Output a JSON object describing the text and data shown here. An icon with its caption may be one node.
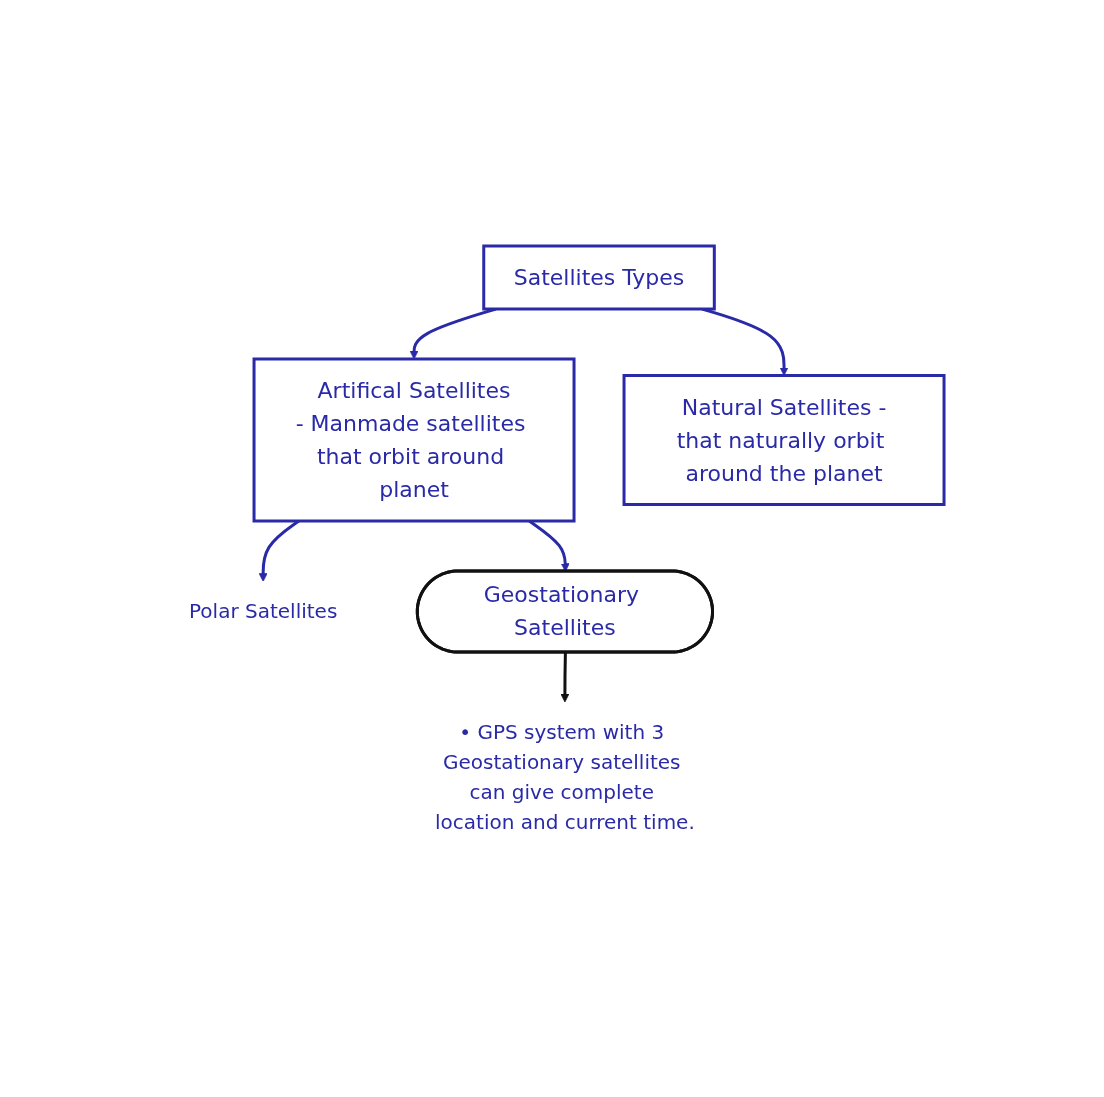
{
  "diagram": {
    "nodes": [
      {
        "text": [
          "Satellites Types"
        ]
      },
      {
        "text": [
          "Artifical Satellites",
          "- Manmade satellites that orbit around planet"
        ]
      },
      {
        "text": [
          "Natural Satellites -",
          "that naturally orbit around the planet"
        ]
      },
      {
        "text": [
          "Polar Satellites"
        ]
      },
      {
        "text": [
          "Geostationary Satellites"
        ]
      },
      {
        "text": [
          "• GPS system with 3 Geostationary satellites can give complete location and current time."
        ]
      }
    ],
    "edges": [
      {
        "from": 0,
        "to": 1,
        "arrow": "to"
      },
      {
        "from": 0,
        "to": 2,
        "arrow": "to"
      },
      {
        "from": 1,
        "to": 3,
        "arrow": "to"
      },
      {
        "from": 1,
        "to": 4,
        "arrow": "to"
      },
      {
        "from": 4,
        "to": 5,
        "arrow": "to",
        "color": "#111111"
      }
    ]
  }
}
